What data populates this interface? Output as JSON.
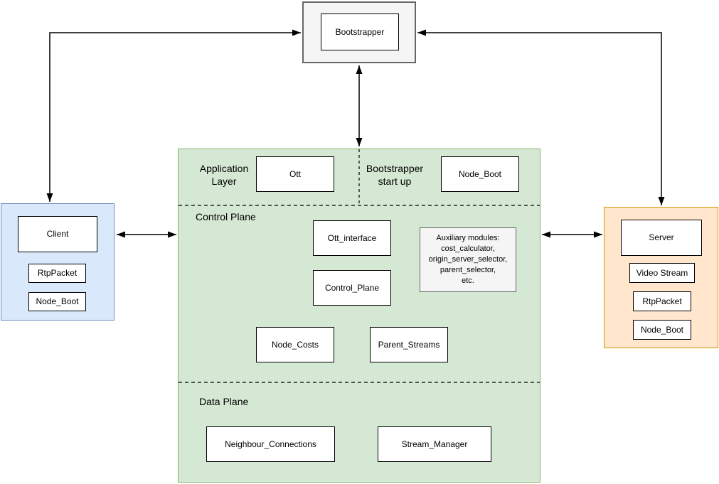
{
  "bootstrapper": {
    "label": "Bootstrapper"
  },
  "client": {
    "title": "Client",
    "modules": [
      "RtpPacket",
      "Node_Boot"
    ]
  },
  "server": {
    "title": "Server",
    "modules": [
      "Video Stream",
      "RtpPacket",
      "Node_Boot"
    ]
  },
  "node": {
    "application_layer": {
      "label": "Application Layer",
      "module": "Ott"
    },
    "bootstrapper_startup": {
      "label": "Bootstrapper start up",
      "module": "Node_Boot"
    },
    "control_plane": {
      "label": "Control Plane",
      "modules": [
        "Ott_interface",
        "Control_Plane",
        "Node_Costs",
        "Parent_Streams"
      ],
      "auxiliary_note": "Auxiliary modules:\ncost_calculator,\norigin_server_selector,\nparent_selector,\netc."
    },
    "data_plane": {
      "label": "Data Plane",
      "modules": [
        "Neighbour_Connections",
        "Stream_Manager"
      ]
    }
  },
  "colors": {
    "node_fill": "#d5e8d4",
    "node_border": "#82b366",
    "client_fill": "#dae8fc",
    "client_border": "#6c8ebf",
    "server_fill": "#ffe6cc",
    "server_border": "#d79b00",
    "bootstrapper_fill": "#f5f5f5",
    "bootstrapper_border": "#666666",
    "auxiliary_fill": "#f5f5f5",
    "auxiliary_border": "#666666",
    "module_fill": "#ffffff",
    "module_border": "#000000",
    "connector": "#000000"
  }
}
